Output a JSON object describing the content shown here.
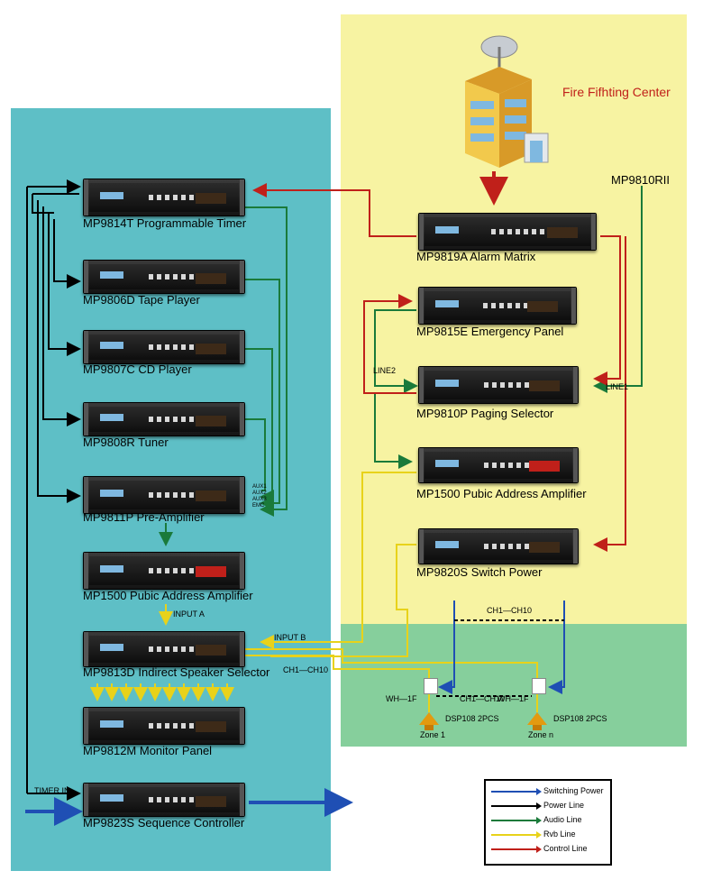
{
  "fire_center": "Fire Fifhting Center",
  "rii_label": "MP9810RII",
  "devices_left": [
    {
      "name": "MP9814T Programmable Timer"
    },
    {
      "name": "MP9806D Tape Player"
    },
    {
      "name": "MP9807C CD Player"
    },
    {
      "name": "MP9808R Tuner"
    },
    {
      "name": "MP9811P Pre-Amplifier"
    },
    {
      "name": "MP1500 Pubic Address Amplifier"
    },
    {
      "name": "MP9813D Indirect Speaker Selector"
    },
    {
      "name": "MP9812M Monitor Panel"
    },
    {
      "name": "MP9823S Sequence Controller"
    }
  ],
  "devices_right": [
    {
      "name": "MP9819A Alarm Matrix"
    },
    {
      "name": "MP9815E Emergency Panel"
    },
    {
      "name": "MP9810P Paging Selector"
    },
    {
      "name": "MP1500 Pubic Address Amplifier"
    },
    {
      "name": "MP9820S Switch Power"
    }
  ],
  "sequence_label": "MP9823S Sequence Controller",
  "aux_labels": [
    "AUX1",
    "AUX2",
    "AUX3",
    "EMC"
  ],
  "labels": {
    "input_a": "INPUT A",
    "input_b": "INPUT B",
    "ch_left": "CH1—CH10",
    "ch_top": "CH1—CH10",
    "ch_mid": "CH1—CH10",
    "line1": "LINE1",
    "line2": "LINE2",
    "timer_in": "TIMER IN",
    "wh1": "WH—1F",
    "wh2": "WH—1F",
    "dsp1": "DSP108 2PCS",
    "dsp2": "DSP108 2PCS",
    "zone1": "Zone 1",
    "zonen": "Zone n"
  },
  "legend": [
    {
      "label": "Switching Power",
      "color": "#1f4fb4"
    },
    {
      "label": "Power Line",
      "color": "#000000"
    },
    {
      "label": "Audio Line",
      "color": "#1a7a3a"
    },
    {
      "label": "Rvb Line",
      "color": "#e8d21a"
    },
    {
      "label": "Control Line",
      "color": "#c0201a"
    }
  ],
  "colors": {
    "left_zone": "#5ebfc6",
    "yellow_zone": "#f7f3a2",
    "green_zone": "#86cf9c"
  }
}
